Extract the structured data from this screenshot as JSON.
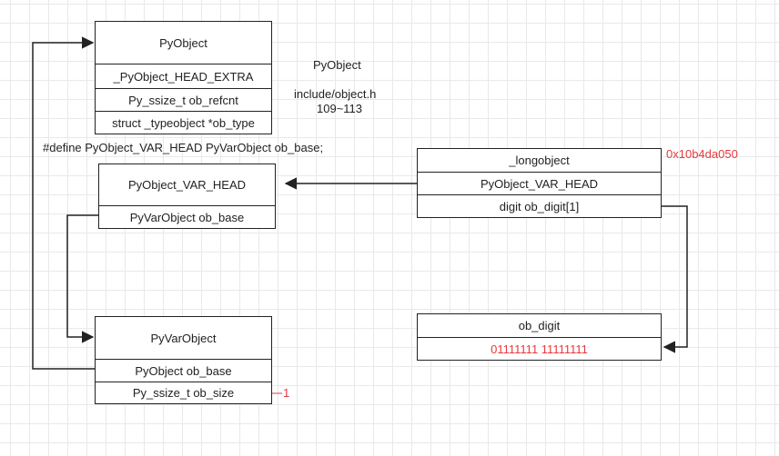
{
  "pyobject": {
    "title": "PyObject",
    "fields": [
      "_PyObject_HEAD_EXTRA",
      "Py_ssize_t ob_refcnt",
      "struct _typeobject *ob_type"
    ]
  },
  "pyobject_note": {
    "name": "PyObject",
    "file": "include/object.h",
    "lines": "109~113"
  },
  "define_text": "#define PyObject_VAR_HEAD PyVarObject ob_base;",
  "var_head": {
    "title": "PyObject_VAR_HEAD",
    "fields": [
      "PyVarObject ob_base"
    ]
  },
  "pyvarobject": {
    "title": "PyVarObject",
    "fields": [
      "PyObject ob_base",
      "Py_ssize_t ob_size"
    ],
    "ob_size_value": "1"
  },
  "longobject": {
    "title": "_longobject",
    "fields": [
      "PyObject_VAR_HEAD",
      "digit ob_digit[1]"
    ],
    "address": "0x10b4da050"
  },
  "ob_digit": {
    "title": "ob_digit",
    "value": "01111111 11111111"
  },
  "colors": {
    "line": "#222222",
    "accent_red": "#e8383d",
    "grid": "#e9e9e9"
  }
}
